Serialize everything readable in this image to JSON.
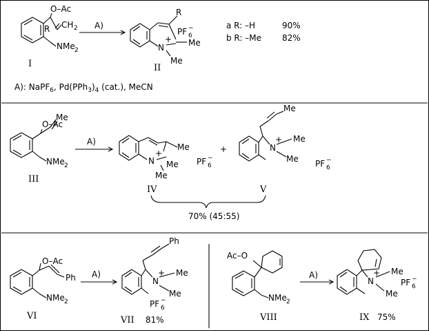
{
  "compounds": {
    "I": "I",
    "II": "II",
    "III": "III",
    "IV": "IV",
    "V": "V",
    "VI": "VI",
    "VII": "VII",
    "VIII": "VIII",
    "IX": "IX"
  },
  "atoms": {
    "OAc": "O–Ac",
    "AcO": "Ac–O",
    "R": "R",
    "NMe2": "NMe",
    "NMe2_sub": "2",
    "N": "N",
    "plus": "+",
    "Me": "Me",
    "Ph": "Ph",
    "PF6": "PF",
    "PF6_sub": "6",
    "PF6_sup": "−"
  },
  "reaction_label": "A)",
  "substituents": {
    "a": "a  R:  –H",
    "a_yield": "90%",
    "b": "b  R:  –Me",
    "b_yield": "82%"
  },
  "conditions": {
    "prefix": "A):  NaPF",
    "prefix_sub": "6",
    "middle": ",   Pd(PPh",
    "middle_sub": "3",
    "middle_tail": ")",
    "middle_sub2": "4",
    "suffix": " (cat.),  MeCN"
  },
  "yields": {
    "IV_V": "70% (45:55)",
    "VII": "81%",
    "IX": "75%"
  }
}
